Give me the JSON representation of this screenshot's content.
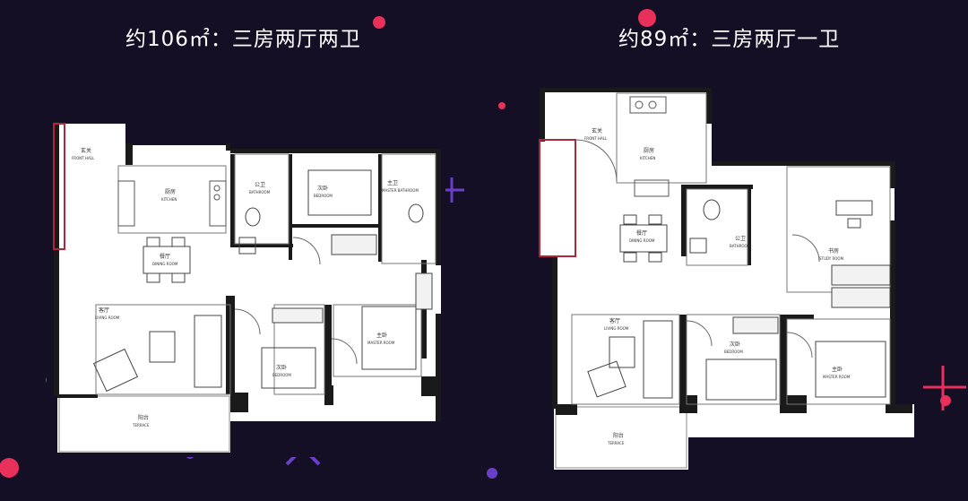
{
  "titles": {
    "left": "约106㎡：三房两厅两卫",
    "right": "约89㎡：三房两厅一卫"
  },
  "left_plan": {
    "rooms": {
      "entry": {
        "cn": "玄关",
        "en": "FRONT HALL"
      },
      "kitchen": {
        "cn": "厨房",
        "en": "KITCHEN"
      },
      "dining": {
        "cn": "餐厅",
        "en": "DINING ROOM"
      },
      "living": {
        "cn": "客厅",
        "en": "LIVING ROOM"
      },
      "terrace": {
        "cn": "阳台",
        "en": "TERRACE"
      },
      "bathroom": {
        "cn": "公卫",
        "en": "BATHROOM"
      },
      "bedroom2": {
        "cn": "次卧",
        "en": "BEDROOM"
      },
      "master_bath": {
        "cn": "主卫",
        "en": "MASTER BATHROOM"
      },
      "bedroom3": {
        "cn": "次卧",
        "en": "BEDROOM"
      },
      "master": {
        "cn": "主卧",
        "en": "MASTER ROOM"
      }
    }
  },
  "right_plan": {
    "rooms": {
      "entry": {
        "cn": "玄关",
        "en": "FRONT HALL"
      },
      "kitchen": {
        "cn": "厨房",
        "en": "KITCHEN"
      },
      "dining": {
        "cn": "餐厅",
        "en": "DINING ROOM"
      },
      "bathroom": {
        "cn": "公卫",
        "en": "BATHROOM"
      },
      "study": {
        "cn": "书房",
        "en": "STUDY ROOM"
      },
      "living": {
        "cn": "客厅",
        "en": "LIVING ROOM"
      },
      "bedroom": {
        "cn": "次卧",
        "en": "BEDROOM"
      },
      "master": {
        "cn": "主卧",
        "en": "MASTER ROOM"
      },
      "terrace": {
        "cn": "阳台",
        "en": "TERRACE"
      }
    }
  },
  "colors": {
    "background": "#140f24",
    "accent_pink": "#e8305a",
    "accent_purple": "#6a3fc8",
    "wall": "#1a1a1a",
    "entry_highlight": "#b0263a"
  }
}
